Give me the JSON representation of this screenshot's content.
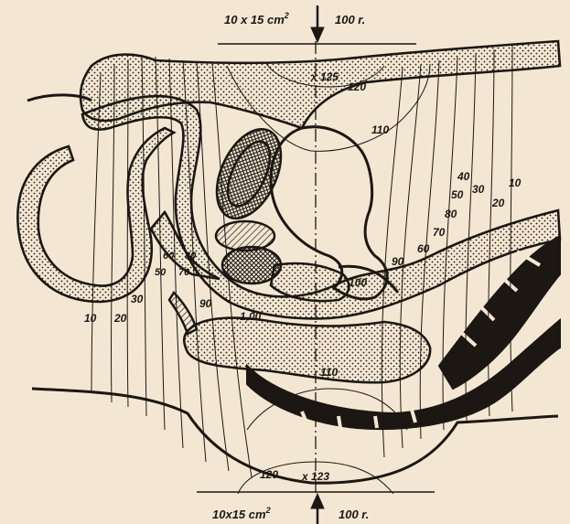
{
  "top_field": {
    "size_label": "10 x 15 cm",
    "exponent": "2",
    "dose": "100 r."
  },
  "bottom_field": {
    "size_label": "10x15 cm",
    "exponent": "2",
    "dose": "100 r."
  },
  "max_top": "x 125",
  "max_bottom": "x 123",
  "iso_labels": {
    "v120_top": "120",
    "v110_top": "110",
    "v10_left": "10",
    "v20_left": "20",
    "v30_left": "30",
    "v50_left": "50",
    "v60_left": "60",
    "v70_left": "70",
    "v80_left": "80",
    "v90_left": "90",
    "v100_left": "1,00",
    "v40_right": "40",
    "v50_right": "50",
    "v30_right": "30",
    "v20_right": "20",
    "v10_right": "10",
    "v60_right": "60",
    "v70_right": "70",
    "v80_right": "80",
    "v90_right": "90",
    "v100_center": "100",
    "v110_center": "110",
    "v120_bottom": "120"
  },
  "colors": {
    "paper": "#f3e7d3",
    "ink": "#1c1712"
  }
}
